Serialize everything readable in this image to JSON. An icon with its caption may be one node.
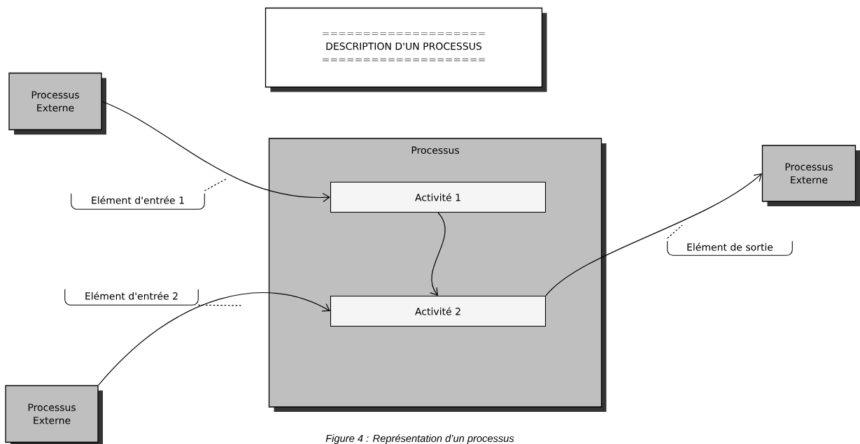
{
  "diagram": {
    "caption": "Figure 4 : Représentation d’un processus",
    "nodes": [
      {
        "text": [
          "====================",
          "DESCRIPTION D'UN PROCESSUS",
          "===================="
        ]
      },
      {
        "text": [
          "Processus Externe"
        ]
      },
      {
        "text": [
          "Processus"
        ]
      },
      {
        "text": [
          "Activité 1"
        ],
        "in": 2
      },
      {
        "text": [
          "Activité 2"
        ],
        "in": 2
      },
      {
        "text": [
          "Processus Externe"
        ]
      },
      {
        "text": [
          "Elément d'entrée 1"
        ]
      },
      {
        "text": [
          "Elément d'entrée 2"
        ]
      },
      {
        "text": [
          "Elément de sortie"
        ]
      },
      {
        "text": [
          "Processus Externe"
        ]
      }
    ],
    "edges": [
      {
        "from": 1,
        "to": 3,
        "arrow": "to"
      },
      {
        "from": 3,
        "to": 4,
        "arrow": "to"
      },
      {
        "from": 9,
        "to": 4,
        "arrow": "to"
      },
      {
        "from": 4,
        "to": 5,
        "arrow": "to"
      },
      {
        "from": 6,
        "to": null,
        "arrow": "none",
        "style": "dashed"
      },
      {
        "from": 7,
        "to": null,
        "arrow": "none",
        "style": "dashed"
      },
      {
        "from": 8,
        "to": null,
        "arrow": "none",
        "style": "dashed"
      }
    ]
  }
}
